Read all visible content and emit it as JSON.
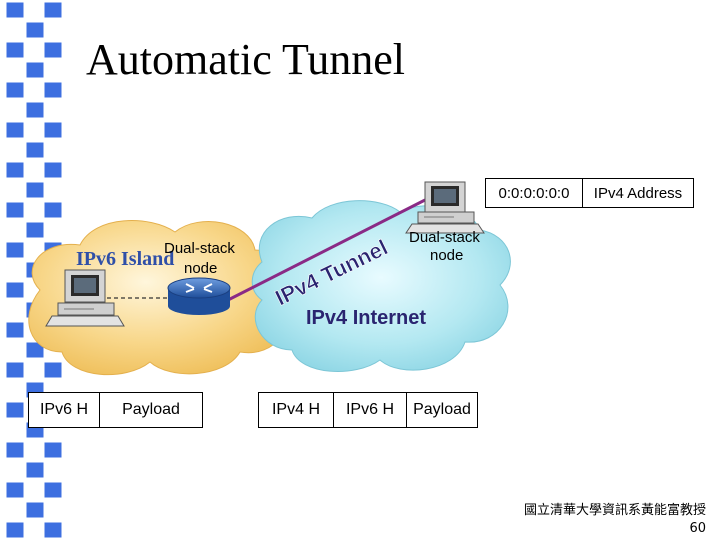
{
  "slide": {
    "title": "Automatic Tunnel",
    "address_row": {
      "prefix": "0:0:0:0:0:0",
      "label": "IPv4 Address"
    },
    "ipv6_island": {
      "label": "IPv6 Island"
    },
    "dual_stack_left": {
      "line1": "Dual-stack",
      "line2": "node"
    },
    "dual_stack_right": {
      "line1": "Dual-stack",
      "line2": "node"
    },
    "tunnel_label": "IPv4 Tunnel",
    "internet_label": "IPv4 Internet",
    "packet_ipv6": {
      "header": "IPv6 H",
      "payload": "Payload"
    },
    "packet_tunneled": {
      "outer_header": "IPv4 H",
      "inner_header": "IPv6 H",
      "payload": "Payload"
    },
    "footer": {
      "credit": "國立清華大學資訊系黃能富教授",
      "page_number": "60"
    }
  },
  "colors": {
    "sidebar_blue": "#3d6fe0",
    "island_fill": "#f6c96a",
    "internet_fill": "#9fdce8",
    "tunnel_line": "#8a2a86",
    "island_text": "#2f4fa8",
    "tunnel_text": "#2a2470",
    "router_blue": "#2f63b3"
  }
}
